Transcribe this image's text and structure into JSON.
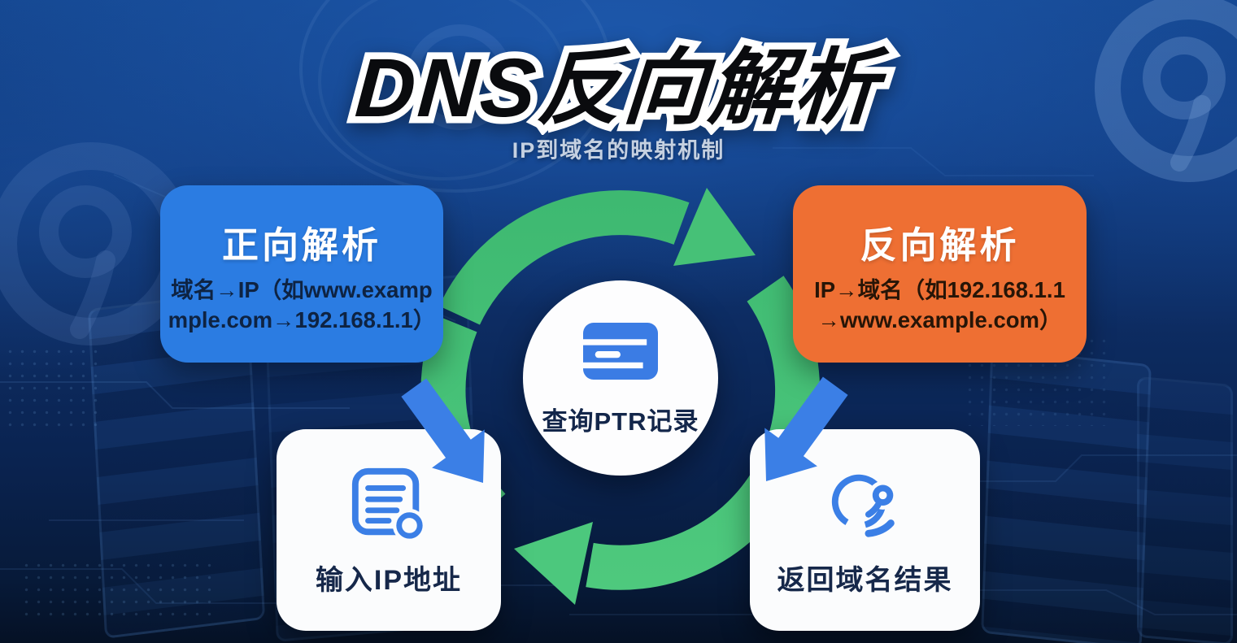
{
  "page": {
    "title": "DNS反向解析",
    "subtitle": "IP到域名的映射机制"
  },
  "forward_box": {
    "title": "正向解析",
    "line1": "域名→IP（如www.examp",
    "line2": "mple.com→192.168.1.1）"
  },
  "reverse_box": {
    "title": "反向解析",
    "line1": "IP→域名（如192.168.1.1",
    "line2": "→www.example.com）"
  },
  "center_node": {
    "label": "查询PTR记录",
    "icon": "credit-card-icon"
  },
  "steps": {
    "input": {
      "label": "输入IP地址",
      "icon": "document-list-icon"
    },
    "result": {
      "label": "返回域名结果",
      "icon": "globe-search-icon"
    }
  },
  "colors": {
    "background_navy": "#0d2a57",
    "forward_blue": "#2b7ce2",
    "reverse_orange": "#ee6f33",
    "cycle_green_dark": "#3eb971",
    "cycle_green_light": "#4fca7e",
    "arrow_blue": "#3b7fe6",
    "card_white": "#fbfcfd",
    "dark_text": "#13264a"
  }
}
